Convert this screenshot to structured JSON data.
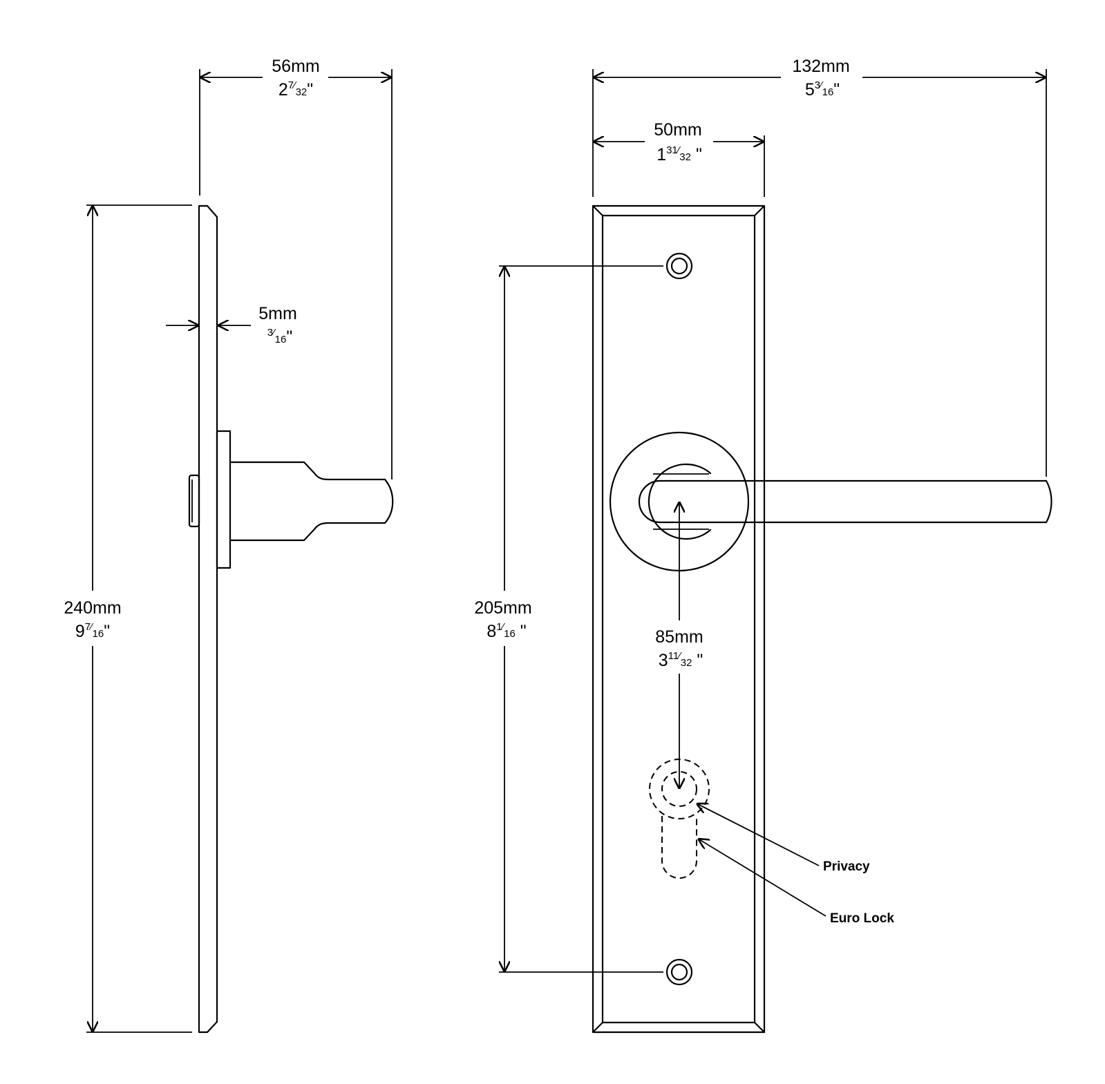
{
  "dimensions": {
    "width_56": {
      "mm": "56mm",
      "whole": "2",
      "num": "7",
      "den": "32",
      "unit": "\""
    },
    "thickness_5": {
      "mm": "5mm",
      "whole": "",
      "num": "3",
      "den": "16",
      "unit": "\""
    },
    "height_240": {
      "mm": "240mm",
      "whole": "9",
      "num": "7",
      "den": "16",
      "unit": "\""
    },
    "width_132": {
      "mm": "132mm",
      "whole": "5",
      "num": "3",
      "den": "16",
      "unit": "\""
    },
    "width_50": {
      "mm": "50mm",
      "whole": "1",
      "num": "31",
      "den": "32",
      "unit": "\""
    },
    "fixing_205": {
      "mm": "205mm",
      "whole": "8",
      "num": "1",
      "den": "16",
      "unit": "\""
    },
    "centres_85": {
      "mm": "85mm",
      "whole": "3",
      "num": "11",
      "den": "32",
      "unit": "\""
    }
  },
  "callouts": {
    "privacy": "Privacy",
    "euro_lock": "Euro Lock"
  }
}
